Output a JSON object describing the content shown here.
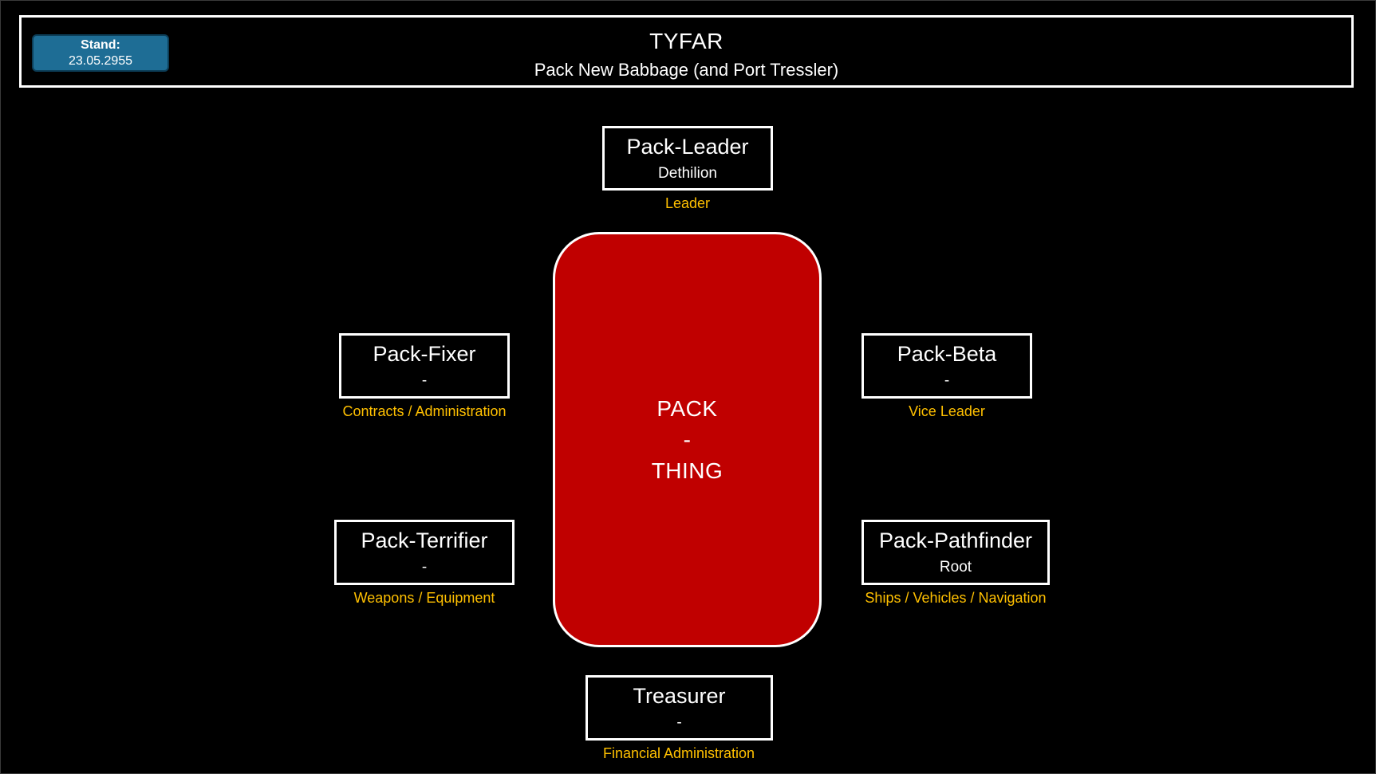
{
  "header": {
    "title": "TYFAR",
    "subtitle": "Pack New Babbage (and Port Tressler)",
    "stand_label": "Stand:",
    "stand_date": "23.05.2955"
  },
  "center": {
    "line1": "PACK",
    "line2": "-",
    "line3": "THING",
    "color": "#c00000"
  },
  "roles": {
    "leader": {
      "title": "Pack-Leader",
      "holder": "Dethilion",
      "description": "Leader"
    },
    "fixer": {
      "title": "Pack-Fixer",
      "holder": "-",
      "description": "Contracts / Administration"
    },
    "beta": {
      "title": "Pack-Beta",
      "holder": "-",
      "description": "Vice Leader"
    },
    "terrifier": {
      "title": "Pack-Terrifier",
      "holder": "-",
      "description": "Weapons / Equipment"
    },
    "pathfinder": {
      "title": "Pack-Pathfinder",
      "holder": "Root",
      "description": "Ships / Vehicles / Navigation"
    },
    "treasurer": {
      "title": "Treasurer",
      "holder": "-",
      "description": "Financial Administration"
    }
  },
  "colors": {
    "background": "#000000",
    "description_text": "#ffc000",
    "badge": "#1e6d95"
  }
}
